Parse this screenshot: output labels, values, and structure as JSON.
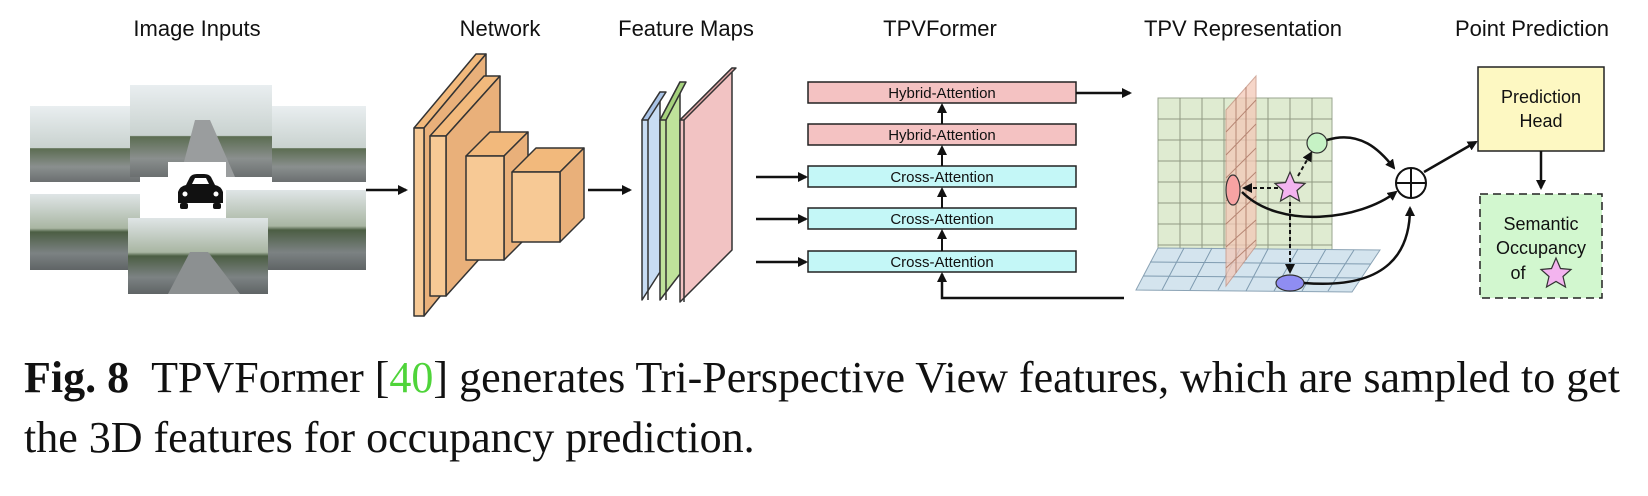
{
  "labels": {
    "image_inputs": "Image Inputs",
    "network": "Network",
    "feature_maps": "Feature Maps",
    "tpvformer": "TPVFormer",
    "tpv_representation": "TPV Representation",
    "point_prediction": "Point Prediction"
  },
  "tpvformer_layers": [
    "Hybrid-Attention",
    "Hybrid-Attention",
    "Cross-Attention",
    "Cross-Attention",
    "Cross-Attention"
  ],
  "prediction_head": {
    "line1": "Prediction",
    "line2": "Head"
  },
  "semantic_occupancy": {
    "line1": "Semantic",
    "line2": "Occupancy",
    "line3": "of"
  },
  "caption": {
    "fig": "Fig. 8",
    "pre_ref": "TPVFormer [",
    "ref": "40",
    "post_ref": "] generates Tri-Perspective View features, which are sampled to get the 3D features for occupancy prediction."
  },
  "colors": {
    "network": "#f7c995",
    "map_blue": "#c8dcf3",
    "map_green": "#bfe29b",
    "map_pink": "#f2c3c3",
    "hybrid": "#f4c2c2",
    "cross": "#c4f7f7",
    "head": "#fdf8c2",
    "occupancy": "#d2f7cf",
    "grid": "#dfebd1",
    "star": "#f3b4ef",
    "ref_green": "#4fd43a"
  }
}
